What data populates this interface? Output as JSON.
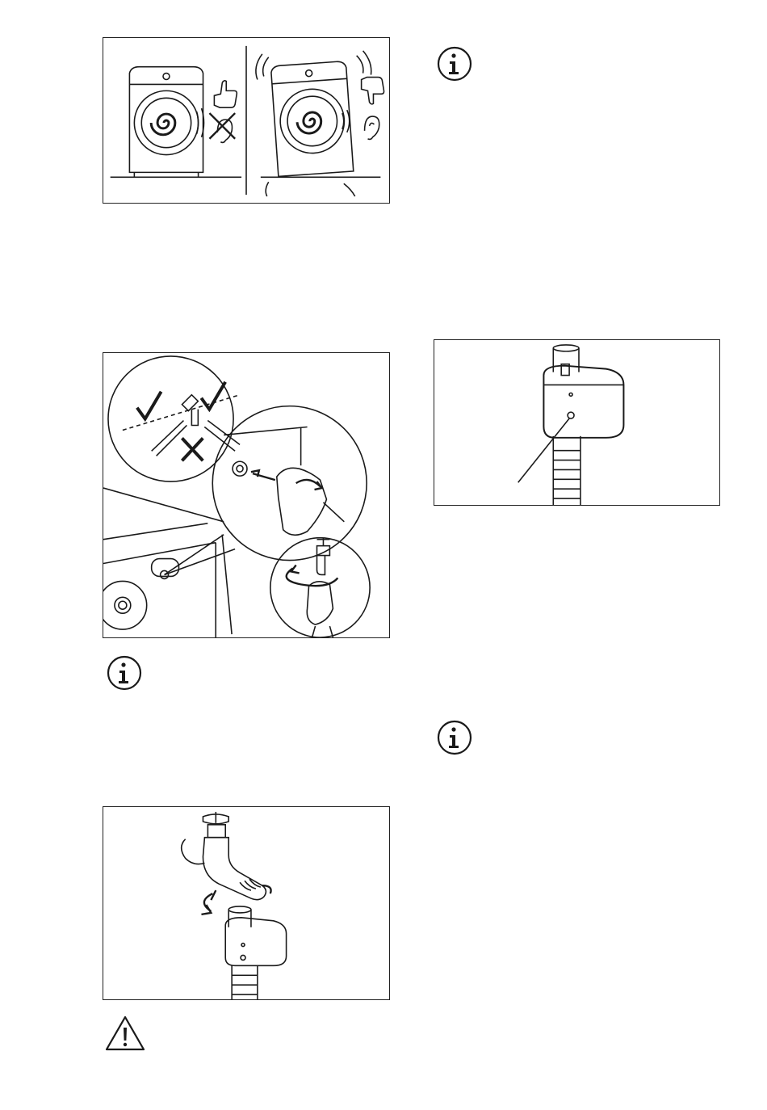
{
  "page": {
    "background": "#ffffff",
    "line_color": "#1a1a1a",
    "figures": [
      {
        "id": "washer-level",
        "icons": [
          "washer-icon",
          "thumb-up-icon",
          "crossed-ear-icon",
          "thumb-down-icon",
          "ear-icon"
        ]
      },
      {
        "id": "inlet-hose-connection",
        "icons": [
          "check-icon",
          "cross-icon",
          "hose-connector-icon",
          "tap-icon",
          "arrow-icon"
        ]
      },
      {
        "id": "tap-connection",
        "icons": [
          "tap-icon",
          "rotate-arrow-icon",
          "hose-valve-icon"
        ]
      },
      {
        "id": "hose-valve-detail",
        "icons": [
          "hose-valve-icon"
        ]
      }
    ],
    "notice_icons": [
      "info-icon",
      "info-icon",
      "info-icon",
      "warning-icon"
    ]
  }
}
